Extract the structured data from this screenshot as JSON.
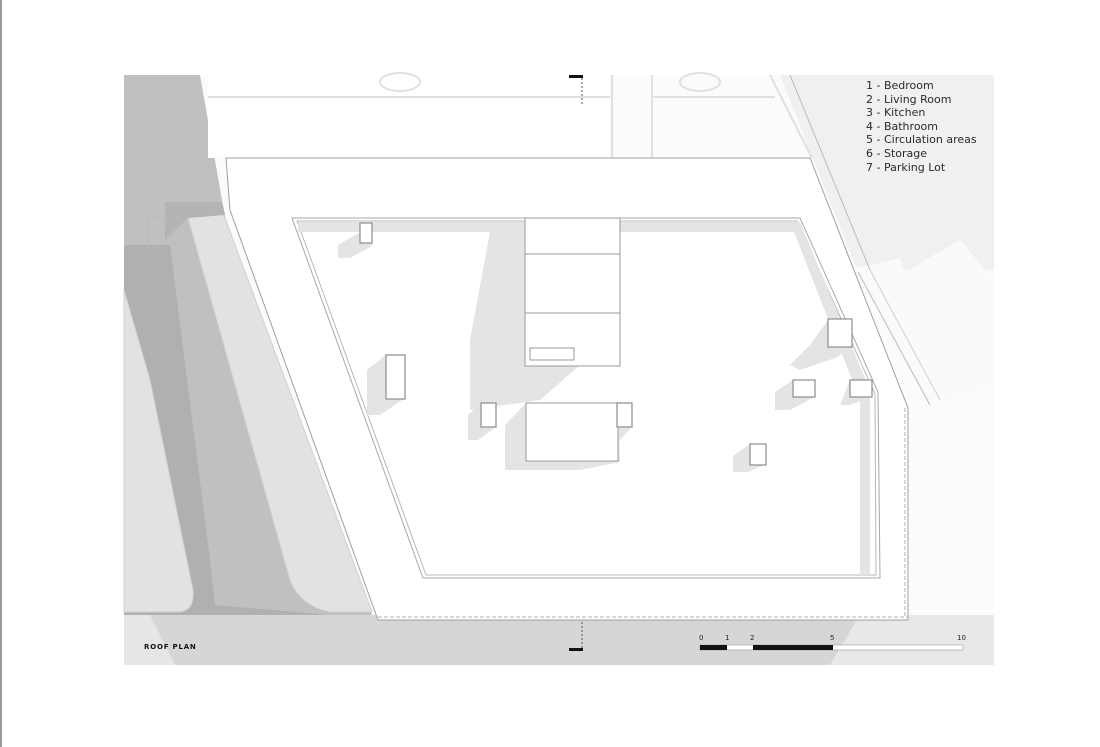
{
  "drawing": {
    "title": "ROOF PLAN",
    "legend": [
      {
        "number": "1",
        "label": "1 - Bedroom"
      },
      {
        "number": "2",
        "label": "2 - Living Room"
      },
      {
        "number": "3",
        "label": "3 - Kitchen"
      },
      {
        "number": "4",
        "label": "4 - Bathroom"
      },
      {
        "number": "5",
        "label": "5 - Circulation areas"
      },
      {
        "number": "6",
        "label": "6 - Storage"
      },
      {
        "number": "7",
        "label": "7 - Parking Lot"
      }
    ],
    "scale_bar": {
      "ticks": [
        "0",
        "1",
        "2",
        "5",
        "10"
      ]
    },
    "colors": {
      "road_dark": "#b0b0b0",
      "road_mid": "#c4c4c4",
      "pavement": "#e2e2e2",
      "ground": "#d4d4d4",
      "shadow": "#e4e4e4",
      "line": "#9a9a9a",
      "building": "#ffffff"
    }
  }
}
